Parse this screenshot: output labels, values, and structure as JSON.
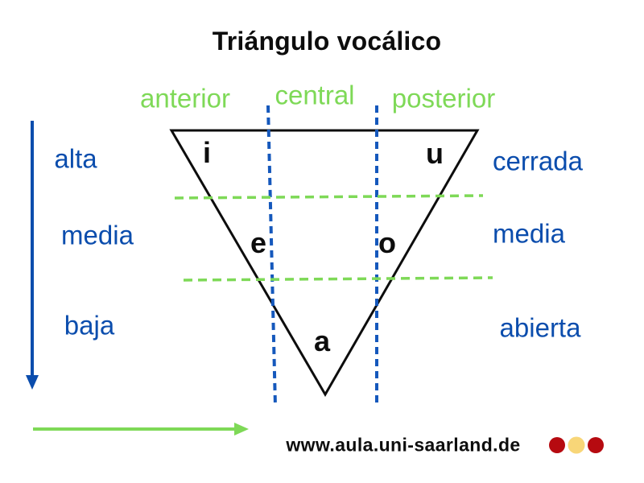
{
  "title": "Triángulo vocálico",
  "top_axis": {
    "anterior": "anterior",
    "central": "central",
    "posterior": "posterior"
  },
  "left_axis": {
    "alta": "alta",
    "media": "media",
    "baja": "baja"
  },
  "right_axis": {
    "cerrada": "cerrada",
    "media": "media",
    "abierta": "abierta"
  },
  "vowels": {
    "i": "i",
    "u": "u",
    "e": "e",
    "o": "o",
    "a": "a"
  },
  "footer": {
    "website": "www.aula.uni-saarland.de"
  },
  "colors": {
    "ink": "#0d0d0d",
    "blue": "#0b4dad",
    "blue_dash": "#1558bc",
    "green": "#7ed957",
    "dot_red": "#b60a10",
    "dot_yellow": "#f8d678"
  }
}
